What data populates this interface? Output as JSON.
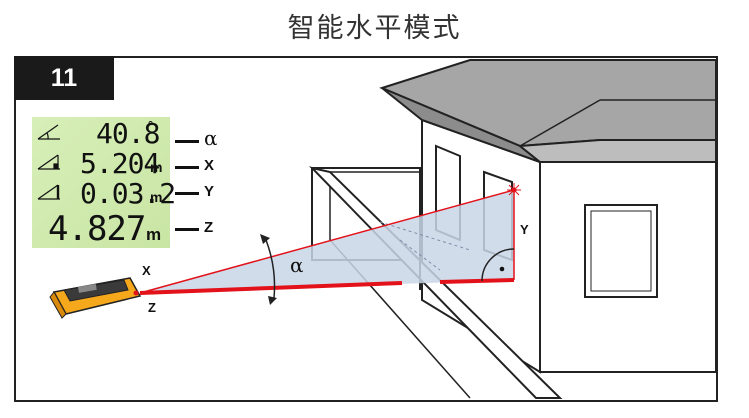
{
  "title": "智能水平模式",
  "step_number": "11",
  "display": {
    "rows": [
      {
        "value": "40.8",
        "unit": "°"
      },
      {
        "value": "5.204",
        "unit": "m"
      },
      {
        "value": "0.03.2",
        "unit": "m"
      },
      {
        "value": "4.827",
        "unit": "m"
      }
    ]
  },
  "legend": [
    {
      "label": "α"
    },
    {
      "label": "X"
    },
    {
      "label": "Y"
    },
    {
      "label": "Z"
    }
  ],
  "diagram_labels": {
    "x": "X",
    "z": "Z",
    "y": "Y",
    "alpha": "α"
  },
  "colors": {
    "laser": "#e3121a",
    "triangle_fill": "#c9d6e8",
    "device_body": "#f5a81c",
    "lcd_bg": "#cfe9ad",
    "roof": "#9a9a9a",
    "badge": "#1a1a1a"
  }
}
